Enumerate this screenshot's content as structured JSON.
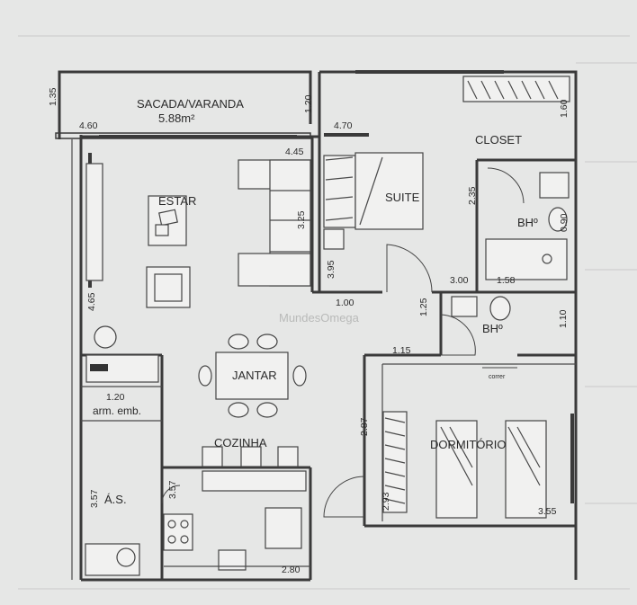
{
  "rooms": {
    "sacada": "SACADA/VARANDA",
    "sacada_area": "5.88m²",
    "estar": "ESTAR",
    "suite": "SUITE",
    "closet": "CLOSET",
    "bh1": "BHº",
    "bh2": "BHº",
    "jantar": "JANTAR",
    "cozinha": "COZINHA",
    "as": "Á.S.",
    "arm_emb": "arm. emb.",
    "dormitorio": "DORMITÓRIO",
    "correr": "correr"
  },
  "watermark": "MundesOmega",
  "dimensions": {
    "d_1_35": "1.35",
    "d_4_60": "4.60",
    "d_1_20_top": "1.20",
    "d_4_70": "4.70",
    "d_1_60": "1.60",
    "d_4_45": "4.45",
    "d_3_25": "3.25",
    "d_2_35": "2.35",
    "d_0_90": "0.90",
    "d_3_95": "3.95",
    "d_3_00": "3.00",
    "d_1_58": "1.58",
    "d_1_00": "1.00",
    "d_1_25": "1.25",
    "d_1_10": "1.10",
    "d_4_65": "4.65",
    "d_1_15": "1.15",
    "d_1_20_arm": "1.20",
    "d_2_87": "2.87",
    "d_3_57_as": "3.57",
    "d_3_57_coz": "3.57",
    "d_2_93": "2.93",
    "d_3_55": "3.55",
    "d_2_80": "2.80"
  }
}
